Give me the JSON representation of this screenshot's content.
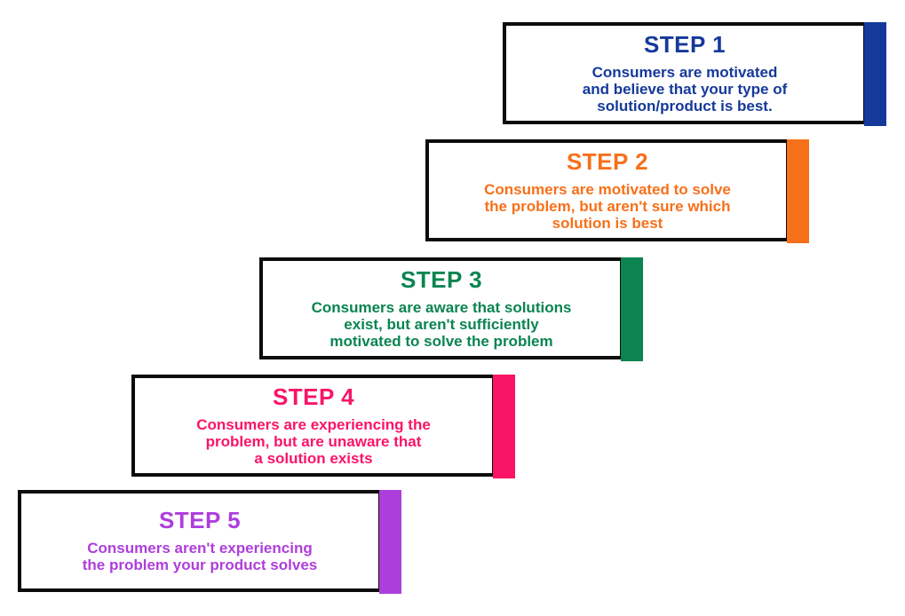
{
  "steps": [
    {
      "label": "STEP 1",
      "lines": [
        "Consumers are motivated",
        "and believe that your type of",
        "solution/product is best."
      ],
      "color": "#15399B"
    },
    {
      "label": "STEP 2",
      "lines": [
        "Consumers are motivated to solve",
        "the problem, but aren't sure which",
        "solution is best"
      ],
      "color": "#F7701A"
    },
    {
      "label": "STEP 3",
      "lines": [
        "Consumers are aware that solutions",
        "exist, but aren't sufficiently",
        "motivated to solve the problem"
      ],
      "color": "#0B8451"
    },
    {
      "label": "STEP 4",
      "lines": [
        "Consumers are experiencing the",
        "problem, but are unaware that",
        "a solution exists"
      ],
      "color": "#FA1467"
    },
    {
      "label": "STEP 5",
      "lines": [
        "Consumers aren't experiencing",
        "the problem your product solves"
      ],
      "color": "#AE3EDC"
    }
  ]
}
